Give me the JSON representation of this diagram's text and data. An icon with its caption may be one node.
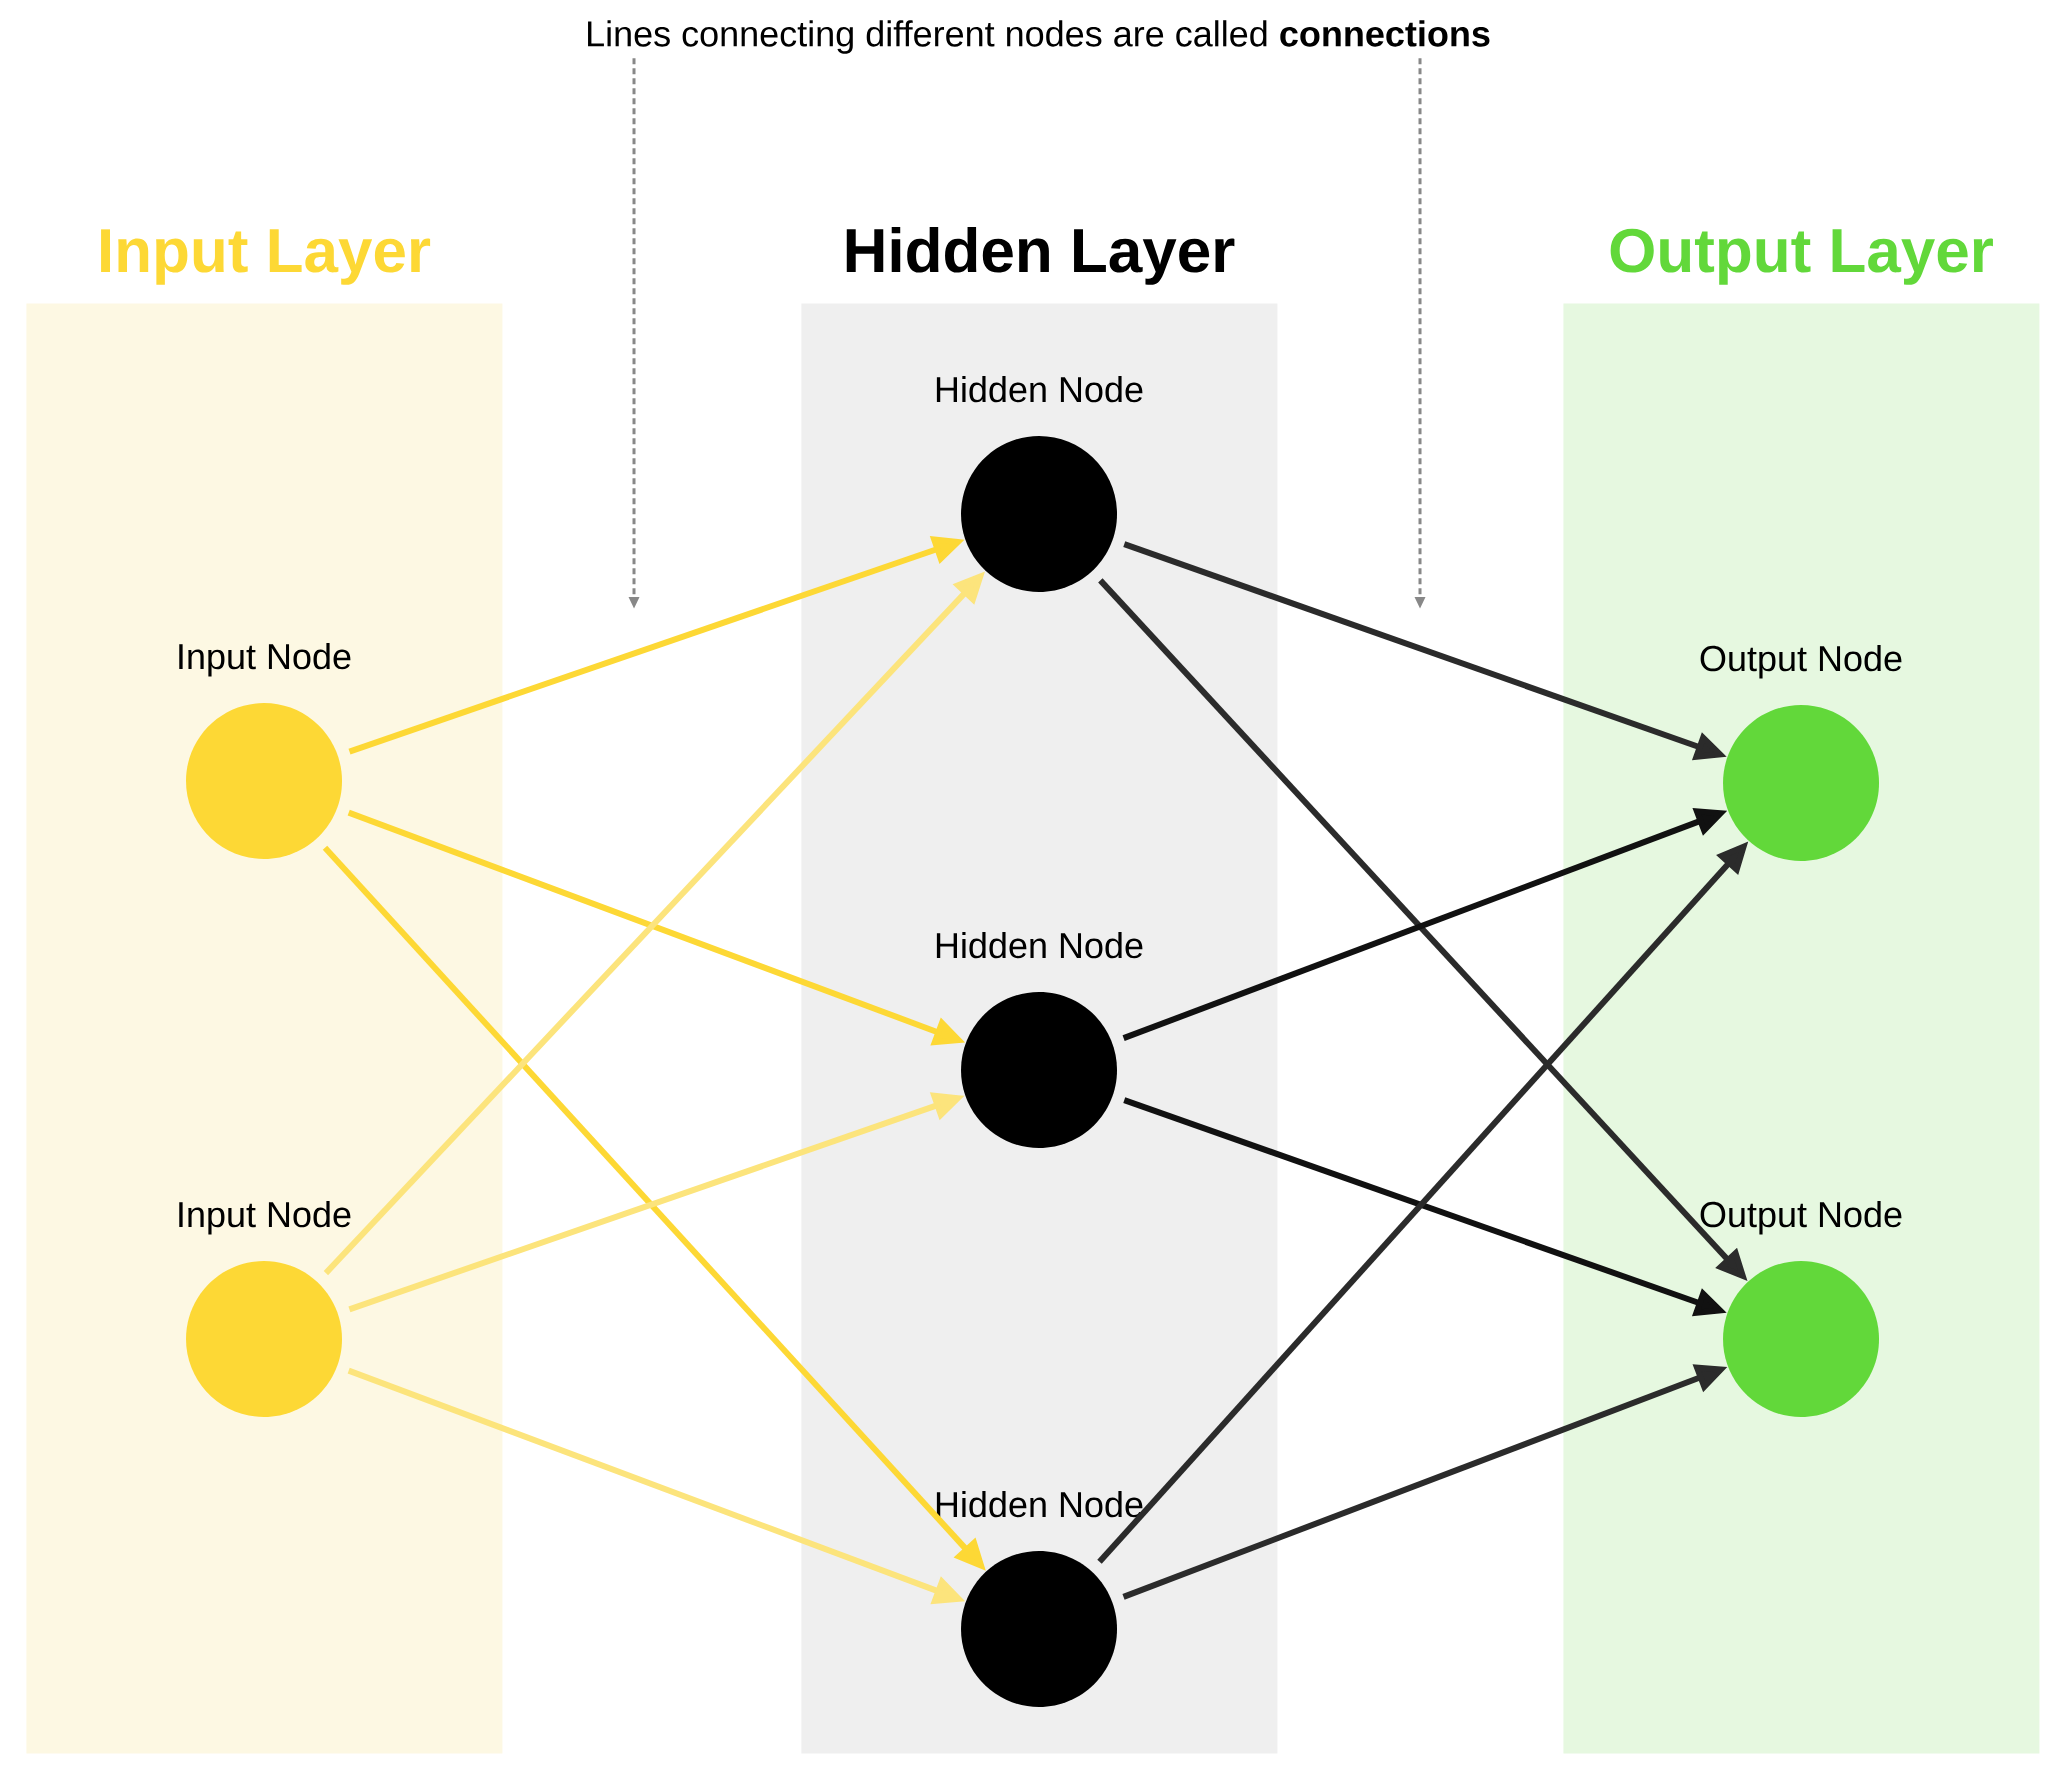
{
  "diagram": {
    "nodes": [
      {
        "text": [
          "Lines connecting different nodes are called **connections**"
        ]
      },
      {
        "text": [
          "Input Layer"
        ]
      },
      {
        "text": [
          "Input Node"
        ],
        "in": 1
      },
      {
        "text": [
          "Input Node"
        ],
        "in": 1
      },
      {
        "text": [
          "Hidden Layer"
        ]
      },
      {
        "text": [
          "Hidden Node"
        ],
        "in": 4
      },
      {
        "text": [
          "Hidden Node"
        ],
        "in": 4
      },
      {
        "text": [
          "Hidden Node"
        ],
        "in": 4
      },
      {
        "text": [
          "Output Layer"
        ]
      },
      {
        "text": [
          "Output Node"
        ],
        "in": 8
      },
      {
        "text": [
          "Output Node"
        ],
        "in": 8
      }
    ],
    "edges": [
      {
        "from": 0,
        "to": null,
        "arrow": "to",
        "style": "dashed",
        "color": "#888888"
      },
      {
        "from": 0,
        "to": null,
        "arrow": "to",
        "style": "dashed",
        "color": "#888888"
      },
      {
        "from": 2,
        "to": 5,
        "arrow": "to",
        "color": "#fdd835"
      },
      {
        "from": 2,
        "to": 6,
        "arrow": "to",
        "color": "#fdd835"
      },
      {
        "from": 2,
        "to": 7,
        "arrow": "to",
        "color": "#fdd835"
      },
      {
        "from": 3,
        "to": 5,
        "arrow": "to",
        "color": "#fce47c"
      },
      {
        "from": 3,
        "to": 6,
        "arrow": "to",
        "color": "#fce47c"
      },
      {
        "from": 3,
        "to": 7,
        "arrow": "to",
        "color": "#fce47c"
      },
      {
        "from": 5,
        "to": 9,
        "arrow": "to",
        "color": "#2b2b2b"
      },
      {
        "from": 5,
        "to": 10,
        "arrow": "to",
        "color": "#2b2b2b"
      },
      {
        "from": 6,
        "to": 9,
        "arrow": "to",
        "color": "#111111"
      },
      {
        "from": 6,
        "to": 10,
        "arrow": "to",
        "color": "#111111"
      },
      {
        "from": 7,
        "to": 9,
        "arrow": "to",
        "color": "#2b2b2b"
      },
      {
        "from": 7,
        "to": 10,
        "arrow": "to",
        "color": "#2b2b2b"
      }
    ]
  }
}
